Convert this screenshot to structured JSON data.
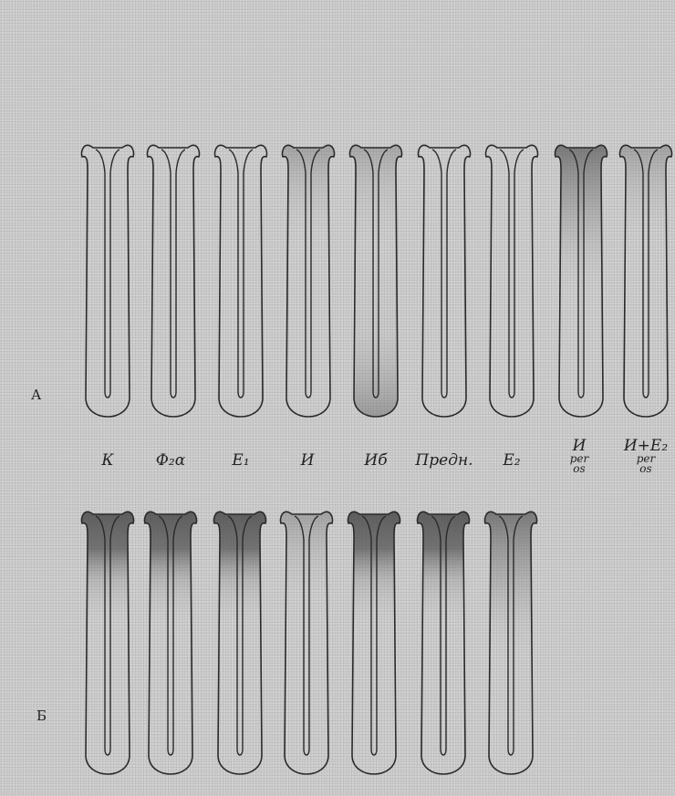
{
  "rows": [
    {
      "label": "А"
    },
    {
      "label": "Б"
    }
  ],
  "labels": [
    {
      "main": "К"
    },
    {
      "main": "Ф₂α"
    },
    {
      "main": "Е₁"
    },
    {
      "main": "И"
    },
    {
      "main": "Иб"
    },
    {
      "main": "Предн."
    },
    {
      "main": "Е₂"
    },
    {
      "main": "И",
      "sub1": "per",
      "sub2": "os"
    },
    {
      "main": "И+Е₂",
      "sub1": "per",
      "sub2": "os"
    }
  ],
  "glands": {
    "row_a": [
      {
        "shade": "none"
      },
      {
        "shade": "none"
      },
      {
        "shade": "none"
      },
      {
        "shade": "light-top"
      },
      {
        "shade": "light-top-bottom"
      },
      {
        "shade": "none"
      },
      {
        "shade": "none"
      },
      {
        "shade": "medium-top"
      },
      {
        "shade": "light-top"
      }
    ],
    "row_b": [
      {
        "shade": "dark-top"
      },
      {
        "shade": "dark-top"
      },
      {
        "shade": "dark-top"
      },
      {
        "shade": "light-top"
      },
      {
        "shade": "dark-top"
      },
      {
        "shade": "dark-top"
      },
      {
        "shade": "medium-top"
      }
    ]
  }
}
